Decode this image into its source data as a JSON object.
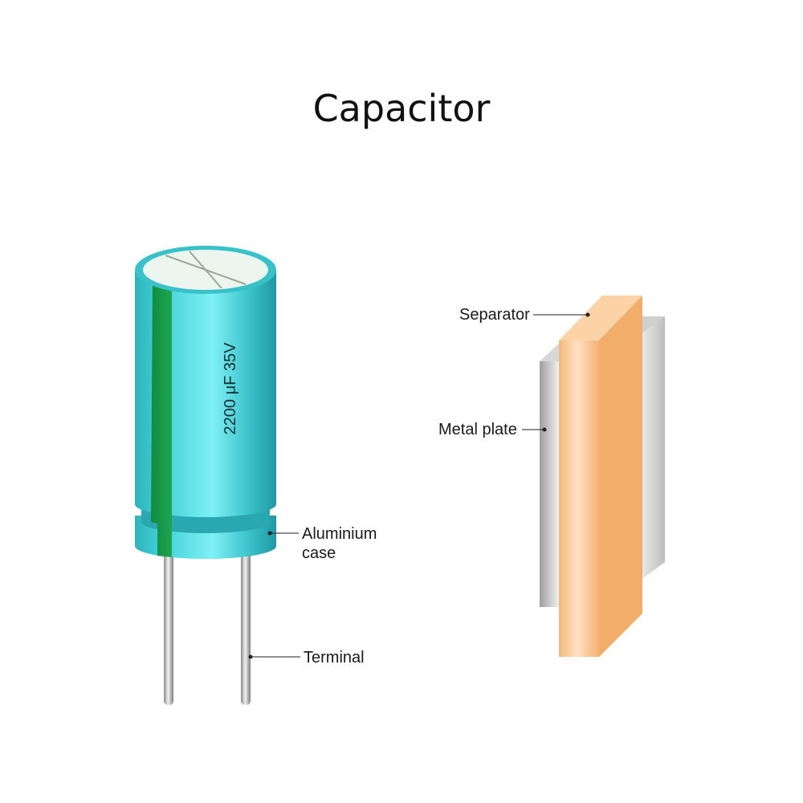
{
  "title": "Capacitor",
  "capacitor": {
    "rating": "2200 μF 35V"
  },
  "labels": {
    "aluminium_case_line1": "Aluminium",
    "aluminium_case_line2": "case",
    "terminal": "Terminal",
    "separator": "Separator",
    "metal_plate": "Metal plate"
  },
  "colors": {
    "case": "#3fc9cf",
    "stripe": "#169a48",
    "separator": "#f9c690",
    "plate": "#c9c9c9"
  }
}
